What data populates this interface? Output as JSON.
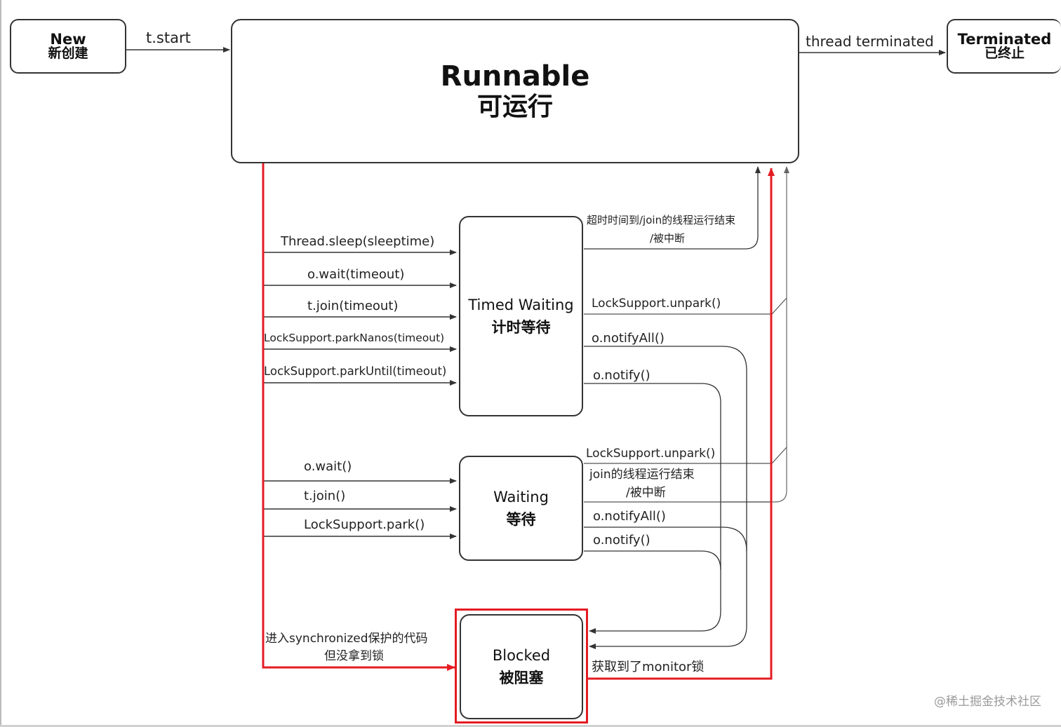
{
  "states": {
    "new": {
      "en": "New",
      "zh": "新创建"
    },
    "runnable": {
      "en": "Runnable",
      "zh": "可运行"
    },
    "terminated": {
      "en": "Terminated",
      "zh": "已终止"
    },
    "timed_waiting": {
      "en": "Timed Waiting",
      "zh": "计时等待"
    },
    "waiting": {
      "en": "Waiting",
      "zh": "等待"
    },
    "blocked": {
      "en": "Blocked",
      "zh": "被阻塞"
    }
  },
  "transitions": {
    "start": "t.start",
    "thread_terminated": "thread terminated",
    "to_timed_waiting": [
      "Thread.sleep(sleeptime)",
      "o.wait(timeout)",
      "t.join(timeout)",
      "LockSupport.parkNanos(timeout)",
      "LockSupport.parkUntil(timeout)"
    ],
    "from_timed_waiting": {
      "timeout_line1": "超时时间到/join的线程运行结束",
      "timeout_line2": "/被中断",
      "unpark": "LockSupport.unpark()",
      "notify_all": "o.notifyAll()",
      "notify": "o.notify()"
    },
    "to_waiting": [
      "o.wait()",
      "t.join()",
      "LockSupport.park()"
    ],
    "from_waiting": {
      "unpark": "LockSupport.unpark()",
      "join_end_line1": "join的线程运行结束",
      "join_end_line2": "/被中断",
      "notify_all": "o.notifyAll()",
      "notify": "o.notify()"
    },
    "to_blocked": {
      "line1": "进入synchronized保护的代码",
      "line2": "但没拿到锁"
    },
    "from_blocked": "获取到了monitor锁"
  },
  "watermark": "@稀土掘金技术社区",
  "colors": {
    "line": "#333333",
    "highlight": "#e41c23",
    "grey_line": "#888888"
  }
}
